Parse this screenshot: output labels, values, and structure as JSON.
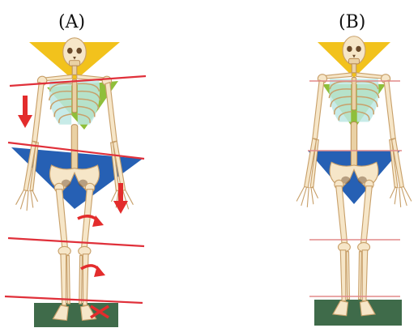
{
  "panels": [
    {
      "label": "(A)",
      "alignment": "misaligned"
    },
    {
      "label": "(B)",
      "alignment": "aligned"
    }
  ],
  "colors": {
    "head_triangle": "#f2c21c",
    "chest_triangle": "#8fbf3a",
    "pelvis_triangle": "#2660b4",
    "base": "#3f6b4a",
    "line_a": "#e0303a",
    "line_b": "#e28a8a",
    "arrow": "#e32c2c"
  },
  "icons": [
    "skeleton-figure",
    "down-arrow",
    "rotation-arrow"
  ]
}
